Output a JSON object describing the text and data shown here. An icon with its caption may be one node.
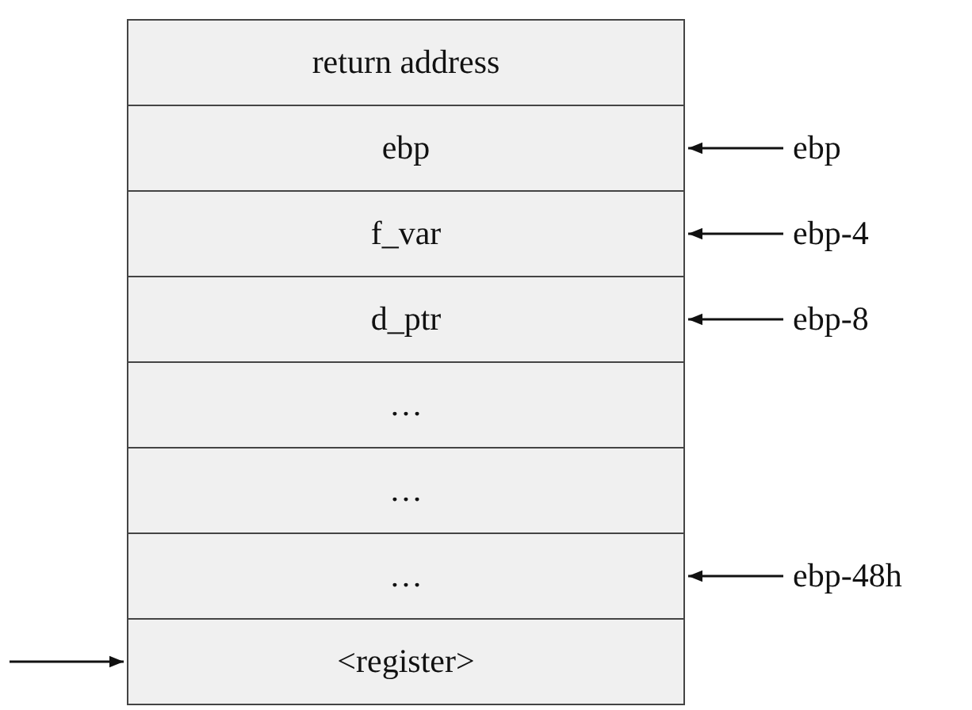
{
  "diagram": {
    "nodes": [
      {
        "text": [
          "return address"
        ]
      },
      {
        "text": [
          "ebp"
        ]
      },
      {
        "text": [
          "f_var"
        ]
      },
      {
        "text": [
          "d_ptr"
        ]
      },
      {
        "text": [
          "…"
        ]
      },
      {
        "text": [
          "…"
        ]
      },
      {
        "text": [
          "…"
        ]
      },
      {
        "text": [
          "<register>"
        ]
      },
      {
        "text": [
          "ebp"
        ]
      },
      {
        "text": [
          "ebp-4"
        ]
      },
      {
        "text": [
          "ebp-8"
        ]
      },
      {
        "text": [
          "ebp-48h"
        ]
      }
    ],
    "edges": [
      {
        "from": 8,
        "to": 1,
        "arrow": "to"
      },
      {
        "from": 9,
        "to": 2,
        "arrow": "to"
      },
      {
        "from": 10,
        "to": 3,
        "arrow": "to"
      },
      {
        "from": 11,
        "to": 6,
        "arrow": "to"
      },
      {
        "from": null,
        "to": 7,
        "arrow": "to"
      }
    ]
  }
}
